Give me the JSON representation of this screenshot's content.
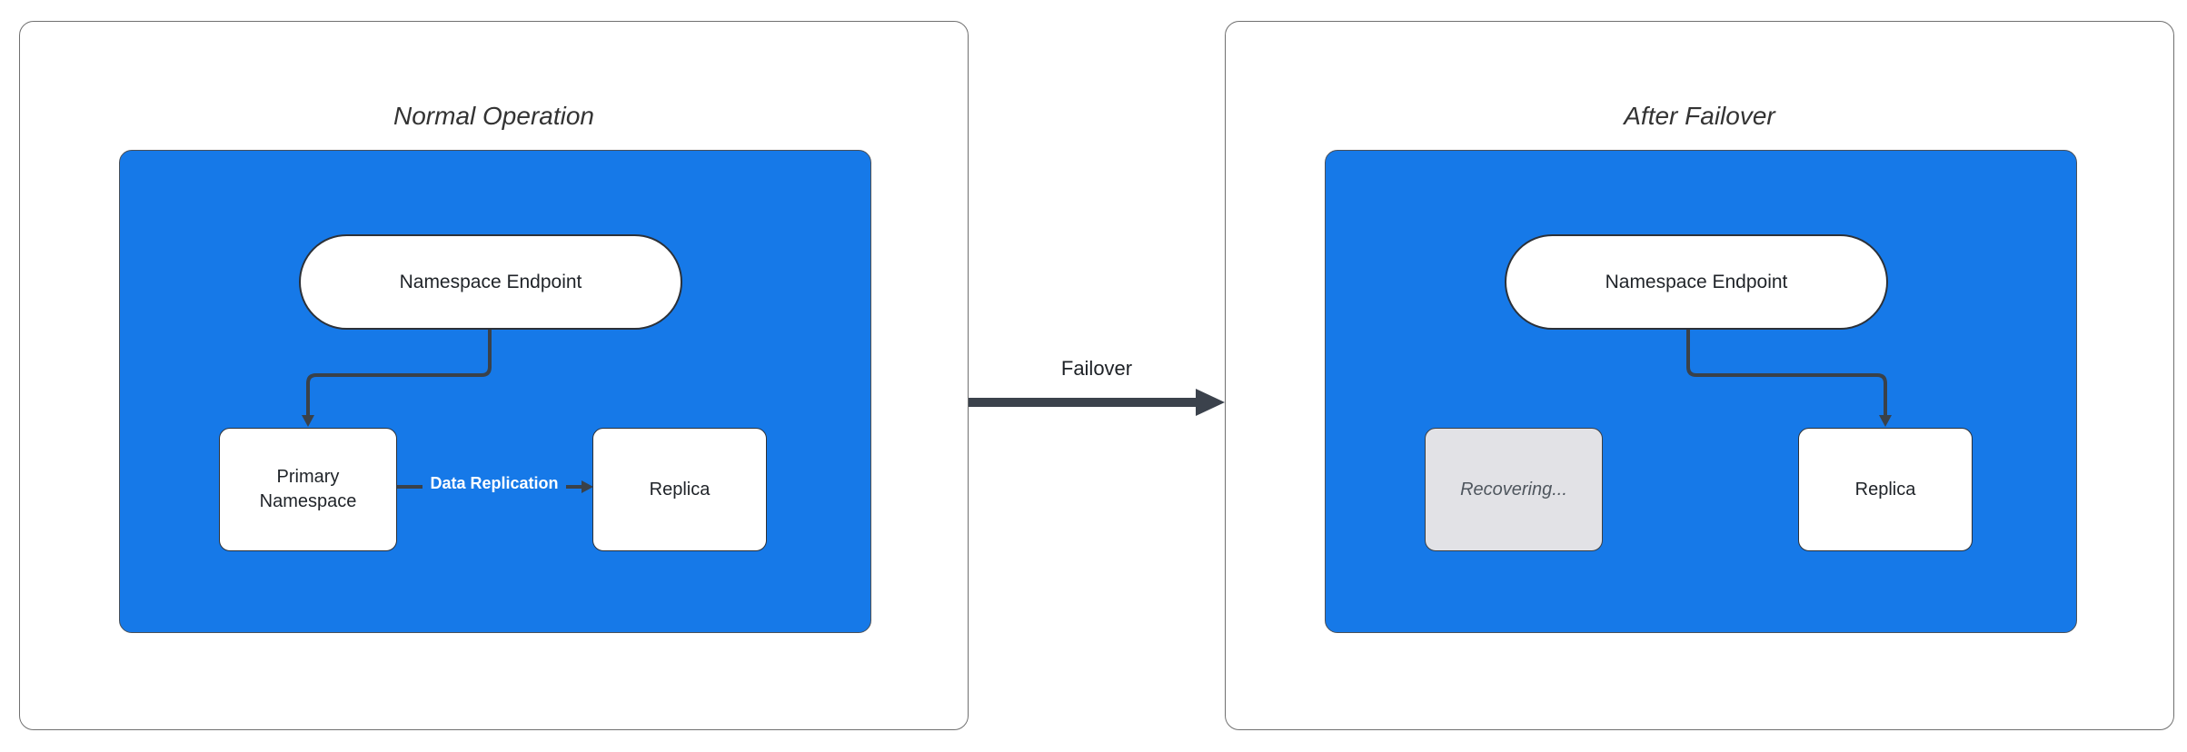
{
  "theme": {
    "page-bg": "#ffffff",
    "panel-border": "#707070",
    "title-color": "#333333",
    "blue-fill": "#1679E8",
    "blue-border": "#4A5058",
    "node-fill": "#ffffff",
    "node-border": "#2C3138",
    "node-text": "#1F2328",
    "gray-fill": "#E2E2E6",
    "gray-border": "#3A3F45",
    "gray-text": "#4F565E",
    "edge-color": "#3A4149",
    "edge-label-color": "#ffffff"
  },
  "panels": [
    {
      "title": "Normal Operation",
      "nodes": {
        "endpoint": {
          "label": "Namespace Endpoint",
          "shape": "stadium"
        },
        "left": {
          "label": "Primary Namespace",
          "state": "active"
        },
        "right": {
          "label": "Replica",
          "state": "active"
        }
      },
      "edge_label": "Data Replication"
    },
    {
      "title": "After Failover",
      "nodes": {
        "endpoint": {
          "label": "Namespace Endpoint",
          "shape": "stadium"
        },
        "left": {
          "label": "Recovering...",
          "state": "recovering"
        },
        "right": {
          "label": "Replica",
          "state": "active"
        }
      }
    }
  ],
  "transition": {
    "label": "Failover"
  }
}
